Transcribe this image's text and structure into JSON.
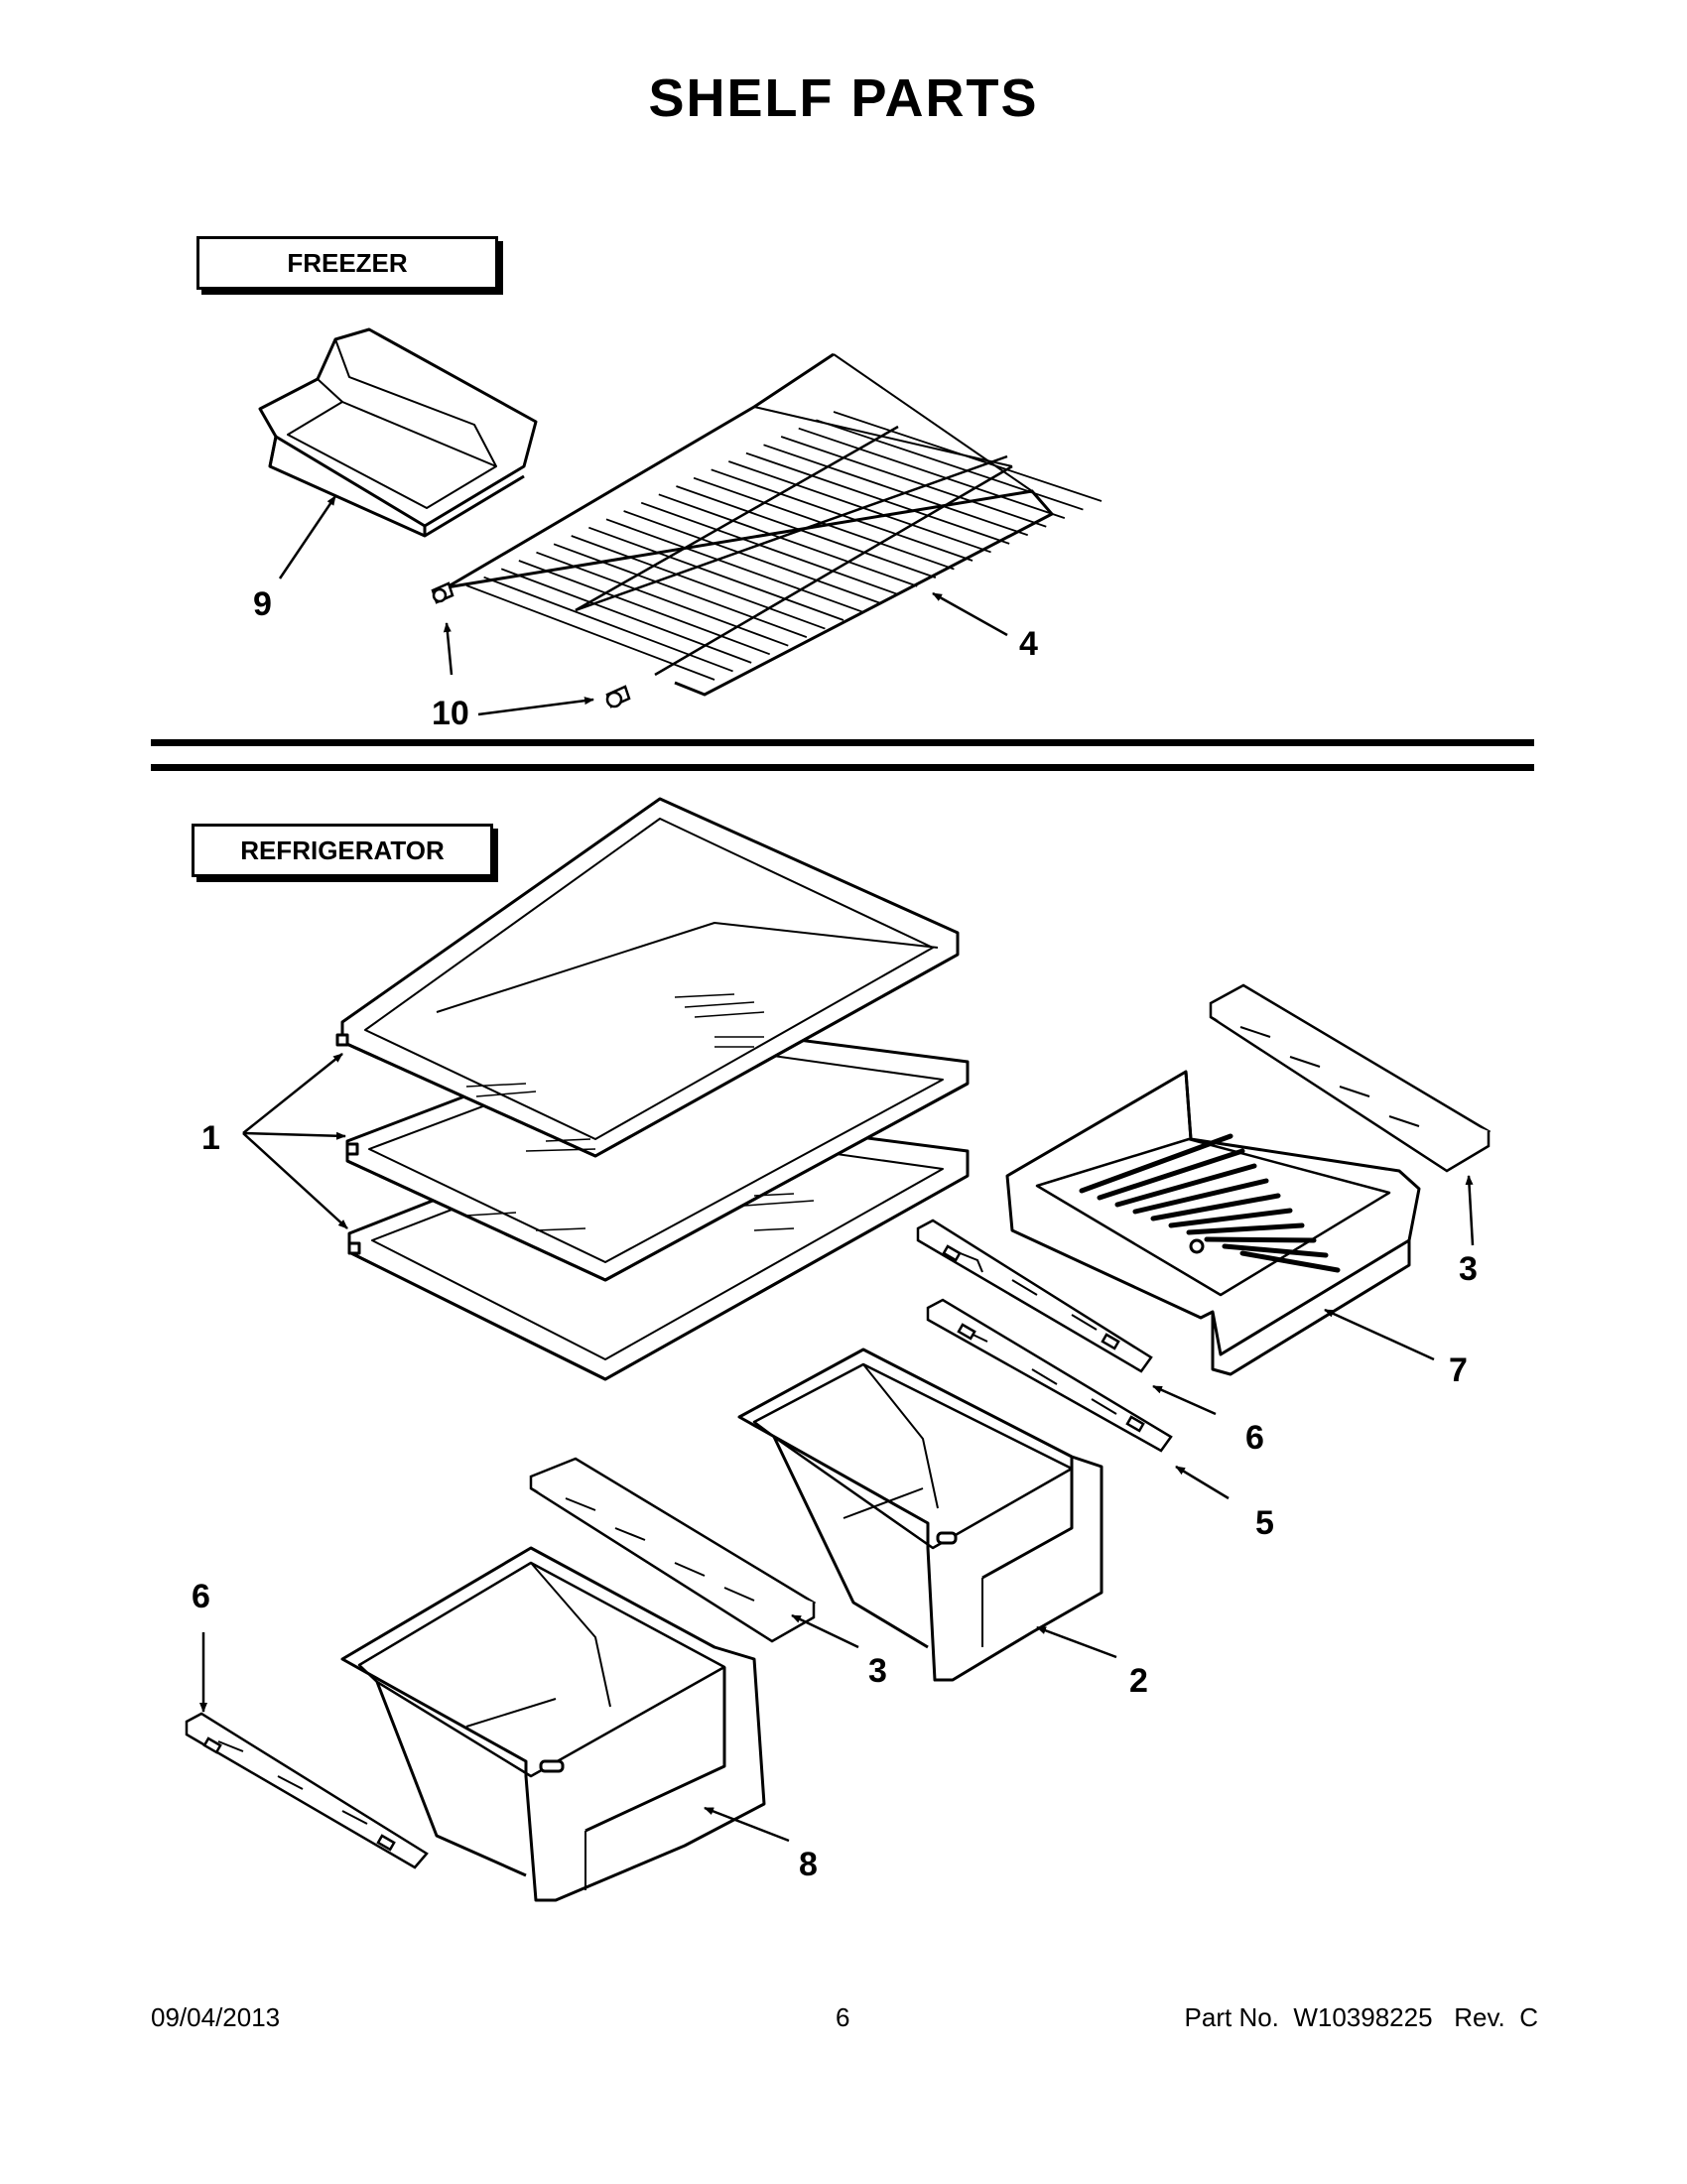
{
  "title": "SHELF PARTS",
  "sections": {
    "freezer": "FREEZER",
    "refrigerator": "REFRIGERATOR"
  },
  "callouts": {
    "freezer": [
      "9",
      "4",
      "10"
    ],
    "refrigerator": [
      "1",
      "3",
      "7",
      "6",
      "5",
      "2",
      "3",
      "6",
      "8"
    ]
  },
  "footer": {
    "date": "09/04/2013",
    "page": "6",
    "part_no": "Part No.  W10398225   Rev.  C"
  }
}
